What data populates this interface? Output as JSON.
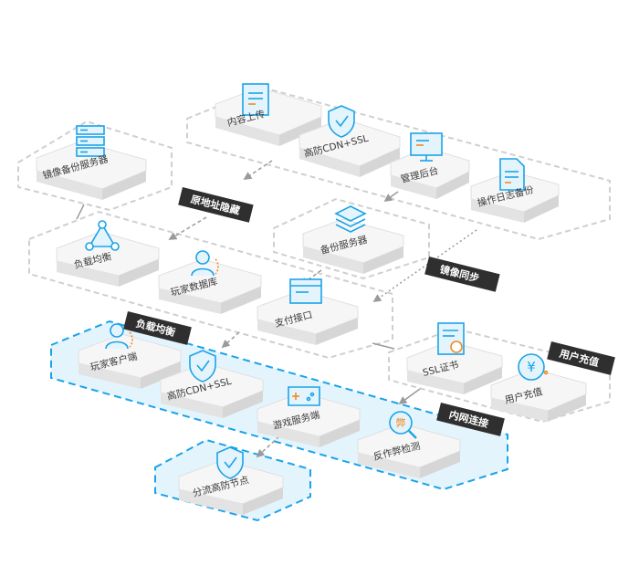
{
  "nodes": {
    "mirror_backup": "镜像备份服务器",
    "content_upload": "内容上传",
    "cdn_ssl_top": "高防CDN+SSL",
    "admin_backend": "管理后台",
    "op_log_backup": "操作日志备份",
    "backup_server": "备份服务器",
    "load_balance": "负载均衡",
    "player_db": "玩家数据库",
    "payment_api": "支付接口",
    "player_client": "玩家客户端",
    "cdn_ssl_mid": "高防CDN+SSL",
    "game_server": "游戏服务端",
    "anti_cheat": "反作弊检测",
    "ssl_cert": "SSL证书",
    "user_recharge": "用户充值",
    "split_node": "分流高防节点"
  },
  "tags": {
    "origin_hide": "原地址隐藏",
    "mirror_sync": "镜像同步",
    "load_balance": "负载均衡",
    "intranet": "内网连接",
    "recharge": "用户充值"
  },
  "anti_cheat_glyph": "弊",
  "colors": {
    "accent": "#1aa3e8",
    "accent_fill": "#e4f4fd",
    "tag_bg": "#2f2f2f",
    "group_border": "#cfcfcf",
    "box_top": "#f6f6f6",
    "box_side": "#e3e3e3"
  }
}
